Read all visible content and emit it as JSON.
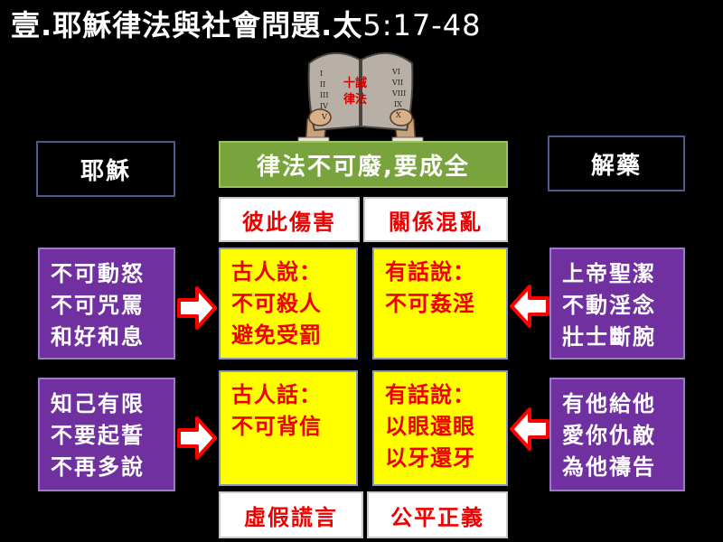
{
  "title": {
    "main": "壹.耶穌律法與社會問題.太",
    "ref": "5:17-48"
  },
  "tablet": {
    "label_line1": "十誡",
    "label_line2": "律法",
    "numerals_left": [
      "I",
      "II",
      "III",
      "IV",
      "V"
    ],
    "numerals_right": [
      "VI",
      "VII",
      "VIII",
      "IX",
      "X"
    ]
  },
  "left_header": "耶穌",
  "right_header": "解藥",
  "center_banner": "律法不可廢,要成全",
  "problems_top": {
    "left": "彼此傷害",
    "right": "關係混亂"
  },
  "problems_bottom": {
    "left": "虛假謊言",
    "right": "公平正義"
  },
  "yellow_boxes": {
    "top_left": [
      "古人說：",
      "不可殺人",
      "避免受罰"
    ],
    "top_right": [
      "有話說：",
      "不可姦淫"
    ],
    "bottom_left": [
      "古人話：",
      "不可背信"
    ],
    "bottom_right": [
      "有話說：",
      "以眼還眼",
      "以牙還牙"
    ]
  },
  "purple_boxes": {
    "left_top": [
      "不可動怒",
      "不可咒罵",
      "和好和息"
    ],
    "left_bottom": [
      "知己有限",
      "不要起誓",
      "不再多說"
    ],
    "right_top": [
      "上帝聖潔",
      "不動淫念",
      "壯士斷腕"
    ],
    "right_bottom": [
      "有他給他",
      "愛你仇敵",
      "為他禱告"
    ]
  },
  "colors": {
    "background": "#000000",
    "green_banner": "#79a43d",
    "yellow": "#ffff00",
    "purple": "#7030a0",
    "red_text": "#ee0000",
    "arrow_fill": "#ffffff",
    "arrow_stroke": "#ff0000"
  },
  "icons": {
    "arrow": "hollow-red-arrow",
    "tablet": "ten-commandments-tablet"
  }
}
